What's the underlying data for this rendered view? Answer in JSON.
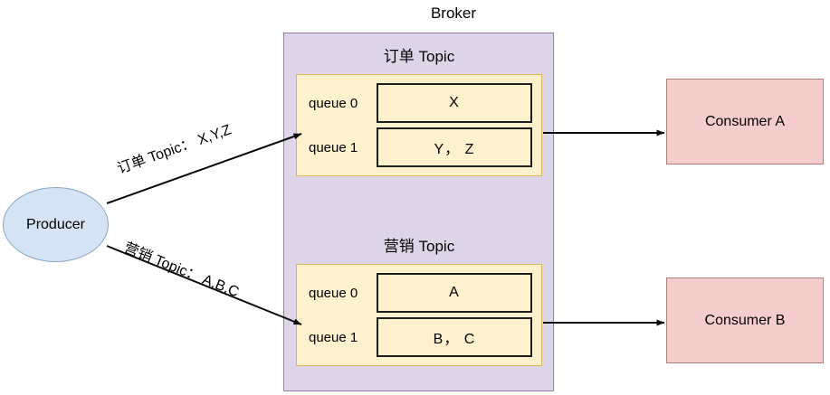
{
  "diagram": {
    "title": "Broker",
    "producer": {
      "label": "Producer"
    },
    "broker": {
      "label": "Broker",
      "topics": [
        {
          "title": "订单 Topic",
          "queues": [
            {
              "label": "queue 0",
              "messages": "X"
            },
            {
              "label": "queue 1",
              "messages": "Y， Z"
            }
          ]
        },
        {
          "title": "营销 Topic",
          "queues": [
            {
              "label": "queue 0",
              "messages": "A"
            },
            {
              "label": "queue 1",
              "messages": "B， C"
            }
          ]
        }
      ]
    },
    "consumers": [
      {
        "label": "Consumer A"
      },
      {
        "label": "Consumer B"
      }
    ],
    "edges": [
      {
        "label": "订单 Topic： X,Y,Z",
        "from": "producer",
        "to": "topic-orders"
      },
      {
        "label": "营销 Topic： A,B,C",
        "from": "producer",
        "to": "topic-marketing"
      },
      {
        "label": "",
        "from": "topic-orders",
        "to": "consumer-a"
      },
      {
        "label": "",
        "from": "topic-marketing",
        "to": "consumer-b"
      }
    ],
    "colors": {
      "broker_fill": "#ded5e9",
      "broker_stroke": "#9a79ad",
      "topic_fill": "#fdf0cd",
      "topic_stroke": "#d9b758",
      "producer_fill": "#d6e3f4",
      "producer_stroke": "#8aa6c8",
      "consumer_fill": "#f5cdcd",
      "consumer_stroke": "#b17f7b",
      "edge_stroke": "#0a0a0a"
    }
  }
}
